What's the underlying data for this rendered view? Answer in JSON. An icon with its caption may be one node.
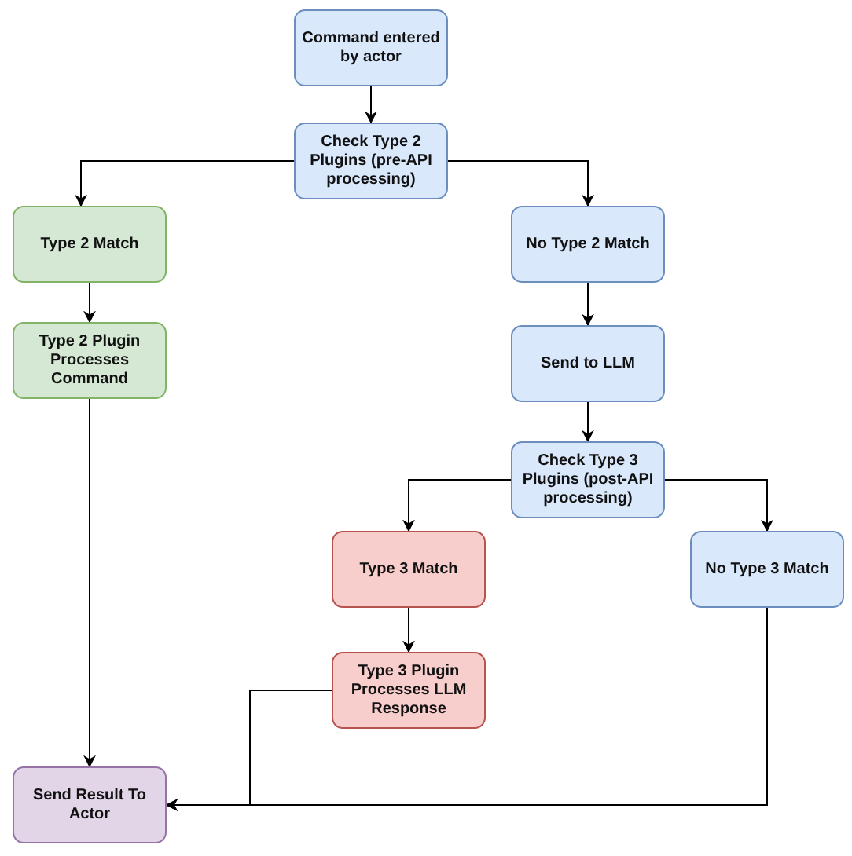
{
  "diagram": {
    "nodes": [
      {
        "text": [
          "Command entered by actor"
        ]
      },
      {
        "text": [
          "Check Type 2 Plugins (pre-API processing)"
        ]
      },
      {
        "text": [
          "Type 2 Match"
        ]
      },
      {
        "text": [
          "Type 2 Plugin Processes Command"
        ]
      },
      {
        "text": [
          "No Type 2 Match"
        ]
      },
      {
        "text": [
          "Send to LLM"
        ]
      },
      {
        "text": [
          "Check Type 3 Plugins (post-API processing)"
        ]
      },
      {
        "text": [
          "Type 3 Match"
        ]
      },
      {
        "text": [
          "Type 3 Plugin Processes LLM Response"
        ]
      },
      {
        "text": [
          "No Type 3 Match"
        ]
      },
      {
        "text": [
          "Send Result To Actor"
        ]
      }
    ],
    "edges": [
      {
        "from": 0,
        "to": 1,
        "arrow": "to"
      },
      {
        "from": 1,
        "to": 2,
        "arrow": "to"
      },
      {
        "from": 1,
        "to": 4,
        "arrow": "to"
      },
      {
        "from": 2,
        "to": 3,
        "arrow": "to"
      },
      {
        "from": 3,
        "to": 10,
        "arrow": "to"
      },
      {
        "from": 4,
        "to": 5,
        "arrow": "to"
      },
      {
        "from": 5,
        "to": 6,
        "arrow": "to"
      },
      {
        "from": 6,
        "to": 7,
        "arrow": "to"
      },
      {
        "from": 6,
        "to": 9,
        "arrow": "to"
      },
      {
        "from": 7,
        "to": 8,
        "arrow": "to"
      },
      {
        "from": 8,
        "to": 10,
        "arrow": "to"
      },
      {
        "from": 9,
        "to": 10,
        "arrow": "to"
      }
    ]
  }
}
